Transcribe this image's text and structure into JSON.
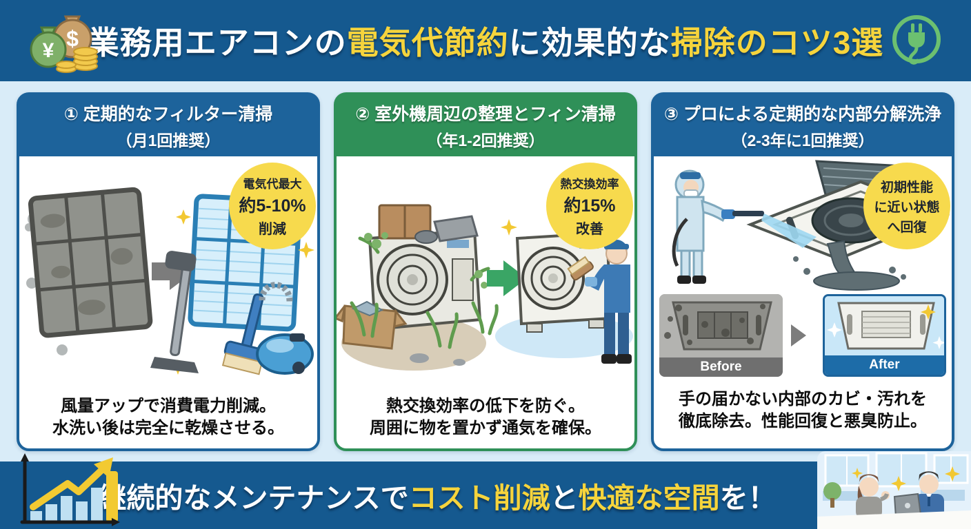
{
  "header": {
    "title_segments": [
      {
        "text": "業務用エアコンの",
        "color": "#ffffff"
      },
      {
        "text": "電気代節約",
        "color": "#f6d43c"
      },
      {
        "text": "に効果的な",
        "color": "#ffffff"
      },
      {
        "text": "掃除のコツ3選",
        "color": "#f6d43c"
      }
    ],
    "money_bags_icon": {
      "yen_symbol": "¥",
      "dollar_symbol": "$"
    },
    "plug_icon": "power-plug"
  },
  "cards": [
    {
      "title_line1": "① 定期的なフィルター清掃",
      "title_line2": "（月1回推奨）",
      "accent_color": "#1d639b",
      "bubble": {
        "line1": "電気代最大",
        "line2": "約5-10%",
        "line3": "削減"
      },
      "desc_line1": "風量アップで消費電力削減。",
      "desc_line2": "水洗い後は完全に乾燥させる。"
    },
    {
      "title_line1": "② 室外機周辺の整理とフィン清掃",
      "title_line2": "（年1-2回推奨）",
      "accent_color": "#2f9058",
      "bubble": {
        "line1": "熱交換効率",
        "line2": "約15%",
        "line3": "改善"
      },
      "desc_line1": "熱交換効率の低下を防ぐ。",
      "desc_line2": "周囲に物を置かず通気を確保。"
    },
    {
      "title_line1": "③ プロによる定期的な内部分解洗浄",
      "title_line2": "（2-3年に1回推奨）",
      "accent_color": "#1d639b",
      "bubble": {
        "line1": "初期性能",
        "line2": "に近い状態",
        "line3": "へ回復"
      },
      "before_label": "Before",
      "after_label": "After",
      "desc_line1": "手の届かない内部のカビ・汚れを",
      "desc_line2": "徹底除去。性能回復と悪臭防止。"
    }
  ],
  "footer": {
    "segments": [
      {
        "text": "継続的なメンテナンスで",
        "color": "#ffffff"
      },
      {
        "text": "コスト削減",
        "color": "#f6d43c"
      },
      {
        "text": "と",
        "color": "#ffffff"
      },
      {
        "text": "快適な空間",
        "color": "#f6d43c"
      },
      {
        "text": "を！",
        "color": "#ffffff"
      }
    ]
  },
  "colors": {
    "header_bg": "#15598f",
    "page_bg": "#d9ecf8",
    "card_blue": "#1d639b",
    "card_green": "#2f9058",
    "accent_yellow": "#f6d43c",
    "bubble_yellow": "#f7da4d",
    "footer_bg": "#15598f"
  }
}
